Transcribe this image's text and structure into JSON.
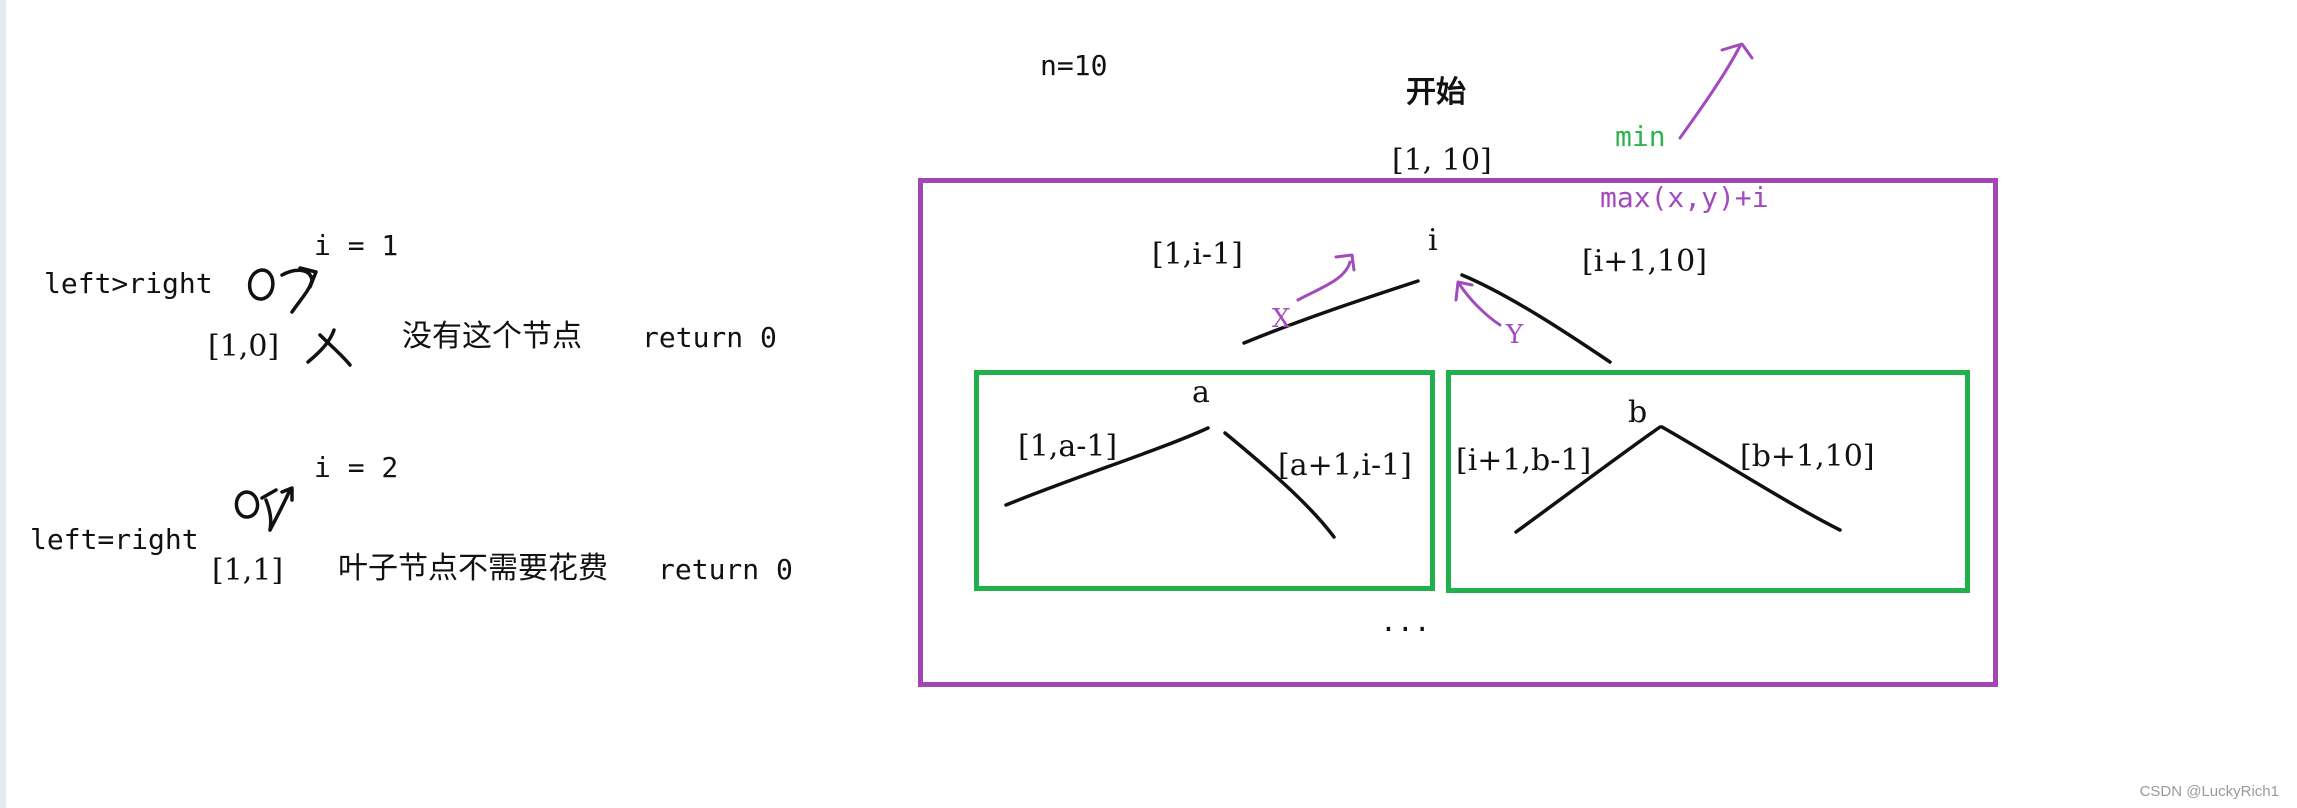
{
  "n_label": "n=10",
  "start": {
    "label": "开始",
    "range": "[1, 10]"
  },
  "right_annotations": {
    "min": "min",
    "max_formula": "max(x,y)+i"
  },
  "root": {
    "node": "i",
    "left_range": "[1,i-1]",
    "right_range": "[i+1,10]",
    "x_label": "X",
    "y_label": "Y"
  },
  "left_subtree": {
    "node": "a",
    "left_range": "[1,a-1]",
    "right_range": "[a+1,i-1]"
  },
  "right_subtree": {
    "node": "b",
    "left_range": "[i+1,b-1]",
    "right_range": "[b+1,10]"
  },
  "ellipsis": "...",
  "case1": {
    "cond": "left>right",
    "i": "i = 1",
    "range": "[1,0]",
    "desc": "没有这个节点",
    "ret": "return 0"
  },
  "case2": {
    "cond": "left=right",
    "i": "i = 2",
    "range": "[1,1]",
    "desc": "叶子节点不需要花费",
    "ret": "return 0"
  },
  "watermark": "CSDN @LuckyRich1",
  "colors": {
    "purple": "#a246b3",
    "green": "#21b04c",
    "ink": "#111111"
  }
}
